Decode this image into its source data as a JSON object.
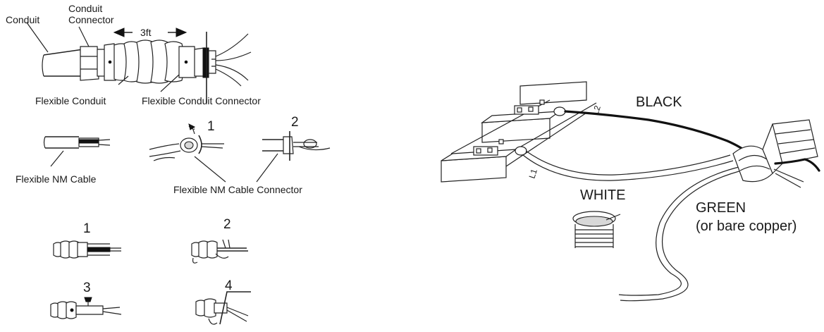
{
  "conduit_panel": {
    "conduit": "Conduit",
    "conduit_connector_line1": "Conduit",
    "conduit_connector_line2": "Connector",
    "length": "3ft",
    "flexible_conduit": "Flexible Conduit",
    "flexible_conduit_connector": "Flexible Conduit Connector"
  },
  "nm_cable_panel": {
    "flexible_nm_cable": "Flexible NM Cable",
    "step_1": "1",
    "step_2": "2",
    "flexible_nm_cable_connector": "Flexible NM Cable Connector"
  },
  "assembly_steps": {
    "step_1": "1",
    "step_2": "2",
    "step_3": "3",
    "step_4": "4"
  },
  "wiring_panel": {
    "terminal_l2": "L2",
    "terminal_l1": "L1",
    "black": "BLACK",
    "white": "WHITE",
    "green_line1": "GREEN",
    "green_line2": "(or bare copper)"
  }
}
